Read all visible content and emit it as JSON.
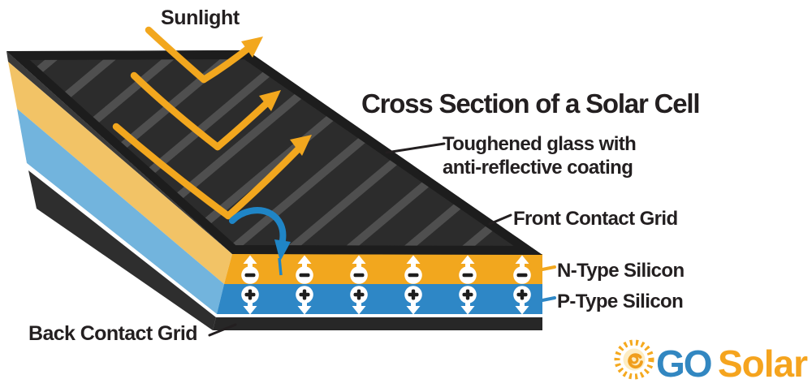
{
  "title": "Cross Section of a Solar Cell",
  "sunlight_label": "Sunlight",
  "callouts": {
    "glass_line1": "Toughened glass with",
    "glass_line2": "anti-reflective coating",
    "front_grid": "Front Contact Grid",
    "n_type": "N-Type Silicon",
    "p_type": "P-Type Silicon",
    "back_grid": "Back Contact Grid"
  },
  "layers": [
    {
      "id": "glass",
      "label": "Toughened glass with anti-reflective coating",
      "top_color": "#2C2C2C",
      "stripe_color": "#4F4F4F",
      "rim_color": "#1D1D1D"
    },
    {
      "id": "n-type",
      "label": "N-Type Silicon",
      "charge": "negative",
      "charge_sign": "−",
      "symbol_count": 6,
      "arrow_direction": "up",
      "front_color": "#F2A71E",
      "side_color": "#F2C366",
      "tick_color": "#F2A71E"
    },
    {
      "id": "p-type",
      "label": "P-Type Silicon",
      "charge": "positive",
      "charge_sign": "+",
      "symbol_count": 6,
      "arrow_direction": "down",
      "front_color": "#2E87C6",
      "side_color": "#72B4DD",
      "tick_color": "#2E87C6"
    },
    {
      "id": "back-contact",
      "label": "Back Contact Grid",
      "front_color": "#272727",
      "side_color": "#2E2E2E"
    }
  ],
  "rays": {
    "sunlight_ray_count": 3,
    "sunlight_ray_color": "#F2A71E",
    "absorbed_ray_color": "#1F85C6"
  },
  "logo": {
    "go": "GO",
    "solar": "Solar",
    "go_color": "#3287C1",
    "solar_color": "#F5A41E"
  }
}
